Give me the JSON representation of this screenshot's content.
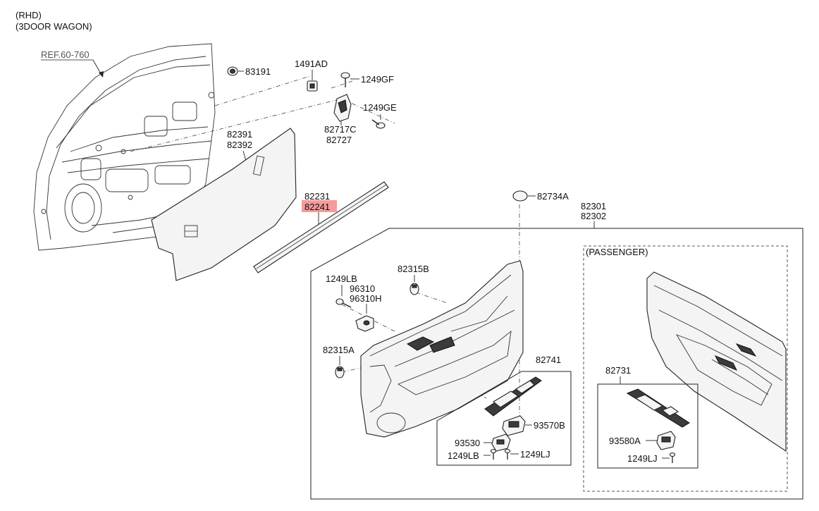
{
  "header": {
    "line1": "(RHD)",
    "line2": "(3DOOR WAGON)"
  },
  "reference": "REF.60-760",
  "passenger_label": "(PASSENGER)",
  "highlight_color": "#f28a8a",
  "part_numbers": {
    "p83191": "83191",
    "p1491AD": "1491AD",
    "p1249GF": "1249GF",
    "p1249GE": "1249GE",
    "p82717C": "82717C",
    "p82727": "82727",
    "p82391": "82391",
    "p82392": "82392",
    "p82231": "82231",
    "p82241": "82241",
    "p82734A": "82734A",
    "p82301": "82301",
    "p82302": "82302",
    "p82315B": "82315B",
    "p1249LB_a": "1249LB",
    "p96310": "96310",
    "p96310H": "96310H",
    "p82315A": "82315A",
    "p82741": "82741",
    "p93570B": "93570B",
    "p93530": "93530",
    "p1249LB_b": "1249LB",
    "p1249LJ_a": "1249LJ",
    "p82731": "82731",
    "p93580A": "93580A",
    "p1249LJ_b": "1249LJ"
  }
}
